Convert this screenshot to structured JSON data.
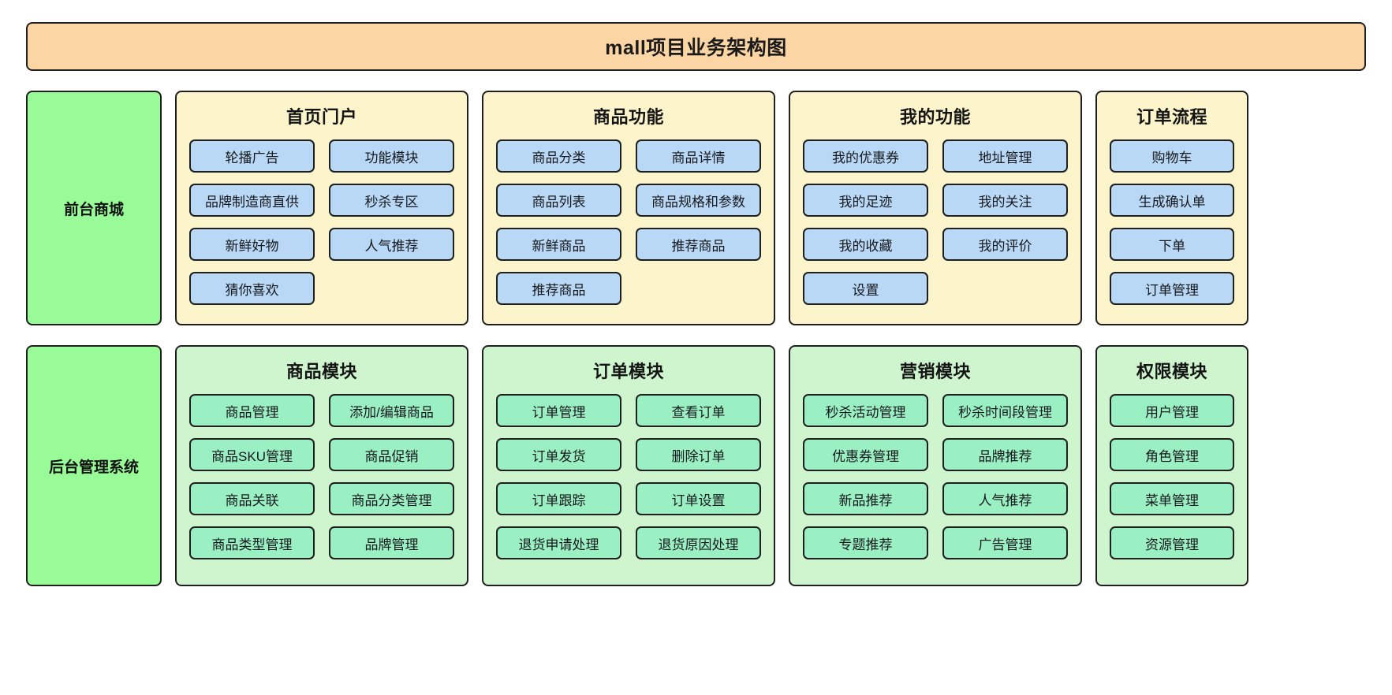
{
  "diagram": {
    "title": "mall项目业务架构图",
    "colors": {
      "title_bg": "#FCD5A5",
      "tier_bg": "#98FB98",
      "frontend_panel_bg": "#FCF4CA",
      "frontend_item_bg": "#B9D8F5",
      "backend_panel_bg": "#CFF5CF",
      "backend_item_bg": "#9AF0C3",
      "border": "#1F1F1F"
    },
    "tiers": [
      {
        "label": "前台商城",
        "groups": [
          {
            "title": "首页门户",
            "items": [
              "轮播广告",
              "功能模块",
              "品牌制造商直供",
              "秒杀专区",
              "新鲜好物",
              "人气推荐",
              "猜你喜欢"
            ]
          },
          {
            "title": "商品功能",
            "items": [
              "商品分类",
              "商品详情",
              "商品列表",
              "商品规格和参数",
              "新鲜商品",
              "推荐商品",
              "推荐商品"
            ]
          },
          {
            "title": "我的功能",
            "items": [
              "我的优惠券",
              "地址管理",
              "我的足迹",
              "我的关注",
              "我的收藏",
              "我的评价",
              "设置"
            ]
          },
          {
            "title": "订单流程",
            "items": [
              "购物车",
              "生成确认单",
              "下单",
              "订单管理"
            ]
          }
        ]
      },
      {
        "label": "后台管理系统",
        "groups": [
          {
            "title": "商品模块",
            "items": [
              "商品管理",
              "添加/编辑商品",
              "商品SKU管理",
              "商品促销",
              "商品关联",
              "商品分类管理",
              "商品类型管理",
              "品牌管理"
            ]
          },
          {
            "title": "订单模块",
            "items": [
              "订单管理",
              "查看订单",
              "订单发货",
              "删除订单",
              "订单跟踪",
              "订单设置",
              "退货申请处理",
              "退货原因处理"
            ]
          },
          {
            "title": "营销模块",
            "items": [
              "秒杀活动管理",
              "秒杀时间段管理",
              "优惠券管理",
              "品牌推荐",
              "新品推荐",
              "人气推荐",
              "专题推荐",
              "广告管理"
            ]
          },
          {
            "title": "权限模块",
            "items": [
              "用户管理",
              "角色管理",
              "菜单管理",
              "资源管理"
            ]
          }
        ]
      }
    ]
  }
}
